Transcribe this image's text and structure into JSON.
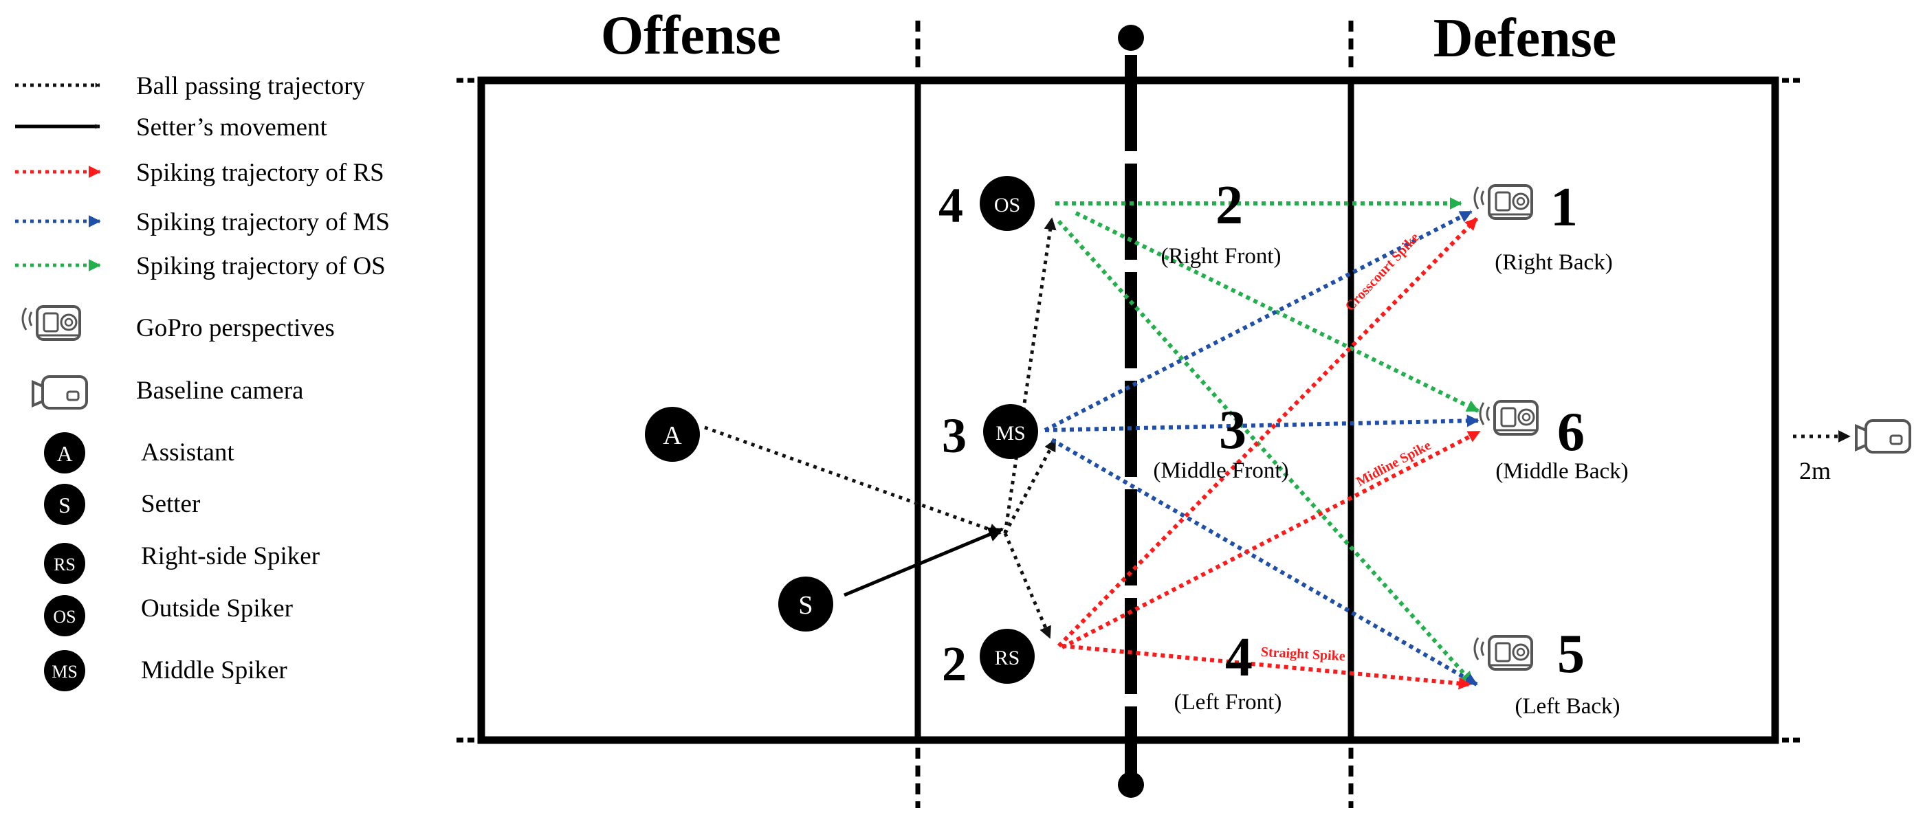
{
  "headers": {
    "offense": "Offense",
    "defense": "Defense"
  },
  "legend": {
    "ball_passing": "Ball passing trajectory",
    "setter_movement": "Setter’s movement",
    "spike_rs": "Spiking trajectory of RS",
    "spike_ms": "Spiking trajectory of MS",
    "spike_os": "Spiking trajectory of OS",
    "gopro": "GoPro perspectives",
    "baseline_camera": "Baseline camera",
    "assistant": "Assistant",
    "setter": "Setter",
    "right_side_spiker": "Right-side Spiker",
    "outside_spiker": "Outside Spiker",
    "middle_spiker": "Middle Spiker"
  },
  "markers": {
    "A": "A",
    "S": "S",
    "RS": "RS",
    "OS": "OS",
    "MS": "MS"
  },
  "offense_numbers": {
    "os": "4",
    "ms": "3",
    "rs": "2"
  },
  "zones": {
    "right_front": {
      "number": "2",
      "label": "(Right Front)"
    },
    "middle_front": {
      "number": "3",
      "label": "(Middle Front)"
    },
    "left_front": {
      "number": "4",
      "label": "(Left Front)"
    },
    "right_back": {
      "number": "1",
      "label": "(Right Back)"
    },
    "middle_back": {
      "number": "6",
      "label": "(Middle Back)"
    },
    "left_back": {
      "number": "5",
      "label": "(Left Back)"
    }
  },
  "spike_labels": {
    "crosscourt": "Crosscourt Spike",
    "midline": "Midline Spike",
    "straight": "Straight Spike"
  },
  "distance": "2m",
  "colors": {
    "ball": "#111111",
    "rs": "#ff1a1a",
    "ms": "#1f4fa8",
    "os": "#21b04b",
    "court": "#000000"
  }
}
